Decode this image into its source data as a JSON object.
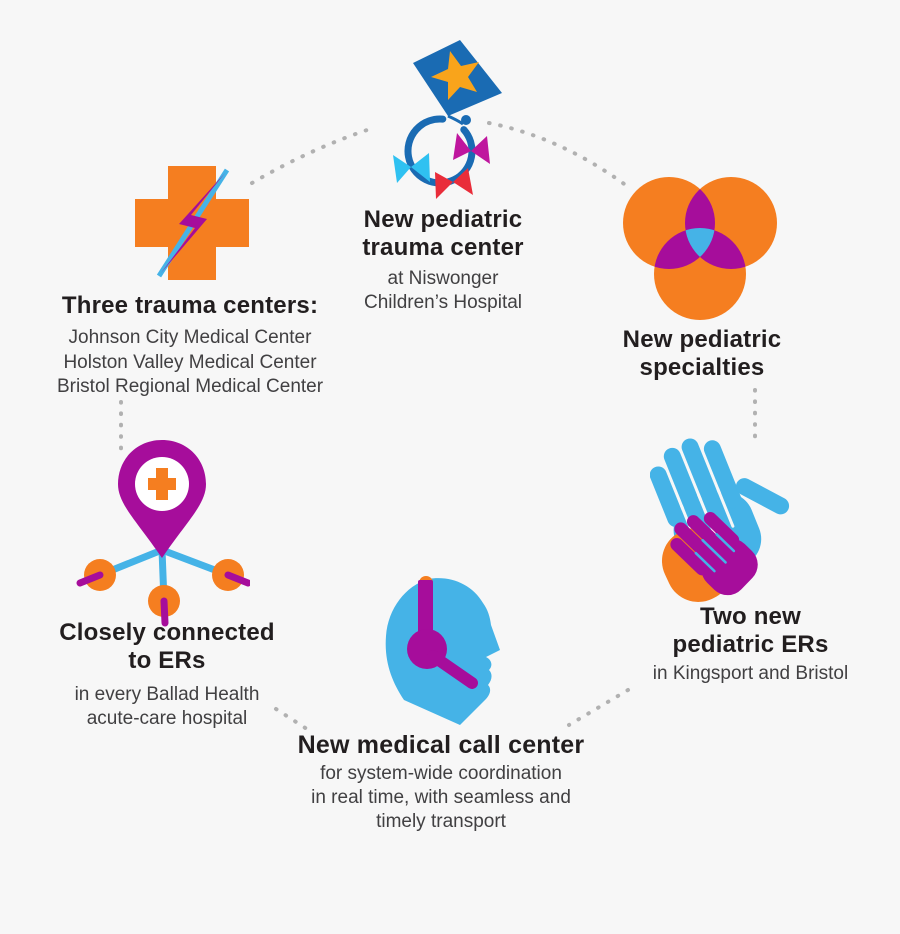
{
  "palette": {
    "background": "#f7f7f7",
    "orange": "#f57e20",
    "magenta": "#a60d9b",
    "blue": "#45b3e7",
    "kite_blue": "#1a6bb3",
    "star_yellow": "#f9a41b",
    "bow_red": "#e92d3a",
    "bow_cyan": "#2fc1f1",
    "bow_magenta": "#bf169e",
    "connector_gray": "#b1b1b1",
    "heading_text": "#221e1f",
    "body_text": "#414042"
  },
  "infographic": {
    "items": [
      {
        "id": "trauma-centers",
        "icon": "medical-cross-lightning-icon",
        "title": "Three trauma centers:",
        "lines": [
          "Johnson City Medical Center",
          "Holston Valley Medical Center",
          "Bristol Regional Medical Center"
        ]
      },
      {
        "id": "pediatric-trauma-center",
        "icon": "kite-icon",
        "title": "New pediatric\ntrauma center",
        "subtitle": "at Niswonger\nChildren’s Hospital"
      },
      {
        "id": "pediatric-specialties",
        "icon": "venn-circles-icon",
        "title": "New pediatric\nspecialties"
      },
      {
        "id": "connected-ers",
        "icon": "map-pin-network-icon",
        "title": "Closely connected\nto ERs",
        "subtitle": "in every Ballad Health\nacute-care hospital"
      },
      {
        "id": "pediatric-ers",
        "icon": "hands-icon",
        "title": "Two new\npediatric ERs",
        "subtitle": "in Kingsport and Bristol"
      },
      {
        "id": "call-center",
        "icon": "headset-head-icon",
        "title": "New medical call center",
        "subtitle": "for system-wide coordination\nin real time, with seamless and\ntimely transport"
      }
    ]
  }
}
